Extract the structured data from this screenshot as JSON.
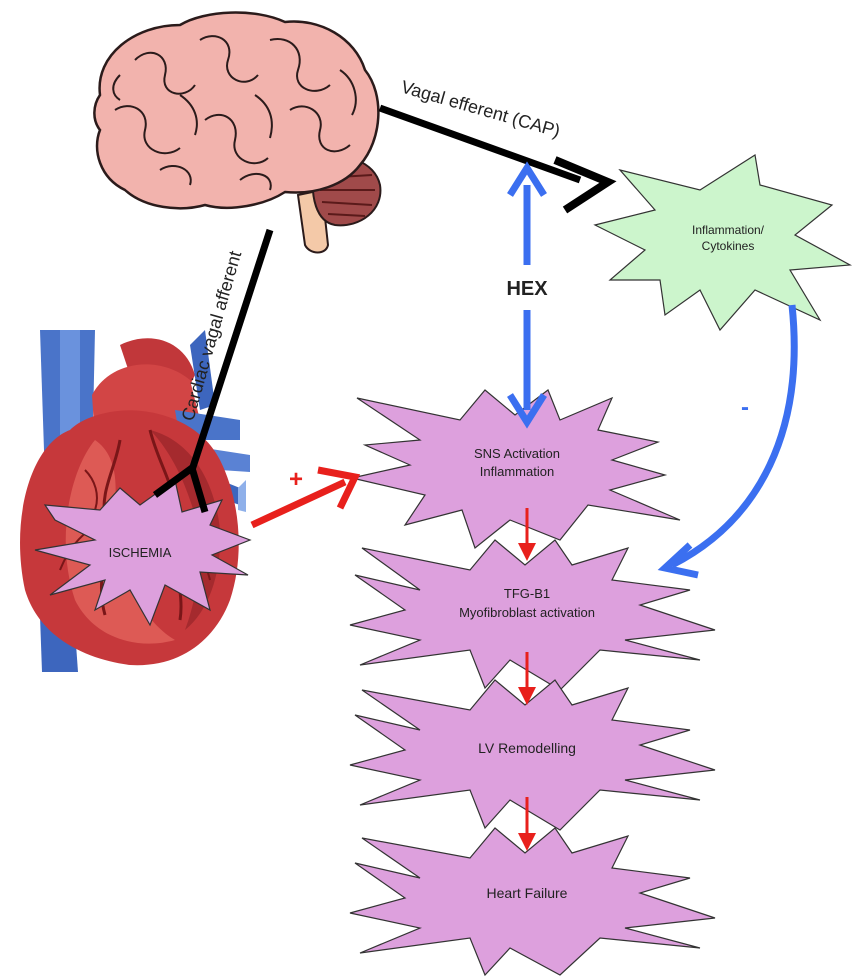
{
  "labels": {
    "vagal_efferent": "Vagal efferent (CAP)",
    "cardiac_vagal_afferent": "Cardiac vagal afferent",
    "hex": "HEX",
    "plus": "+",
    "minus": "-"
  },
  "nodes": {
    "ischemia": "ISCHEMIA",
    "inflammation_line1": "Inflammation/",
    "inflammation_line2": "Cytokines",
    "sns_line1": "SNS Activation",
    "sns_line2": "Inflammation",
    "tfg_line1": "TFG-B1",
    "tfg_line2": "Myofibroblast activation",
    "lv": "LV Remodelling",
    "hf": "Heart Failure"
  },
  "colors": {
    "burst_pink": "#dda0dd",
    "burst_green": "#ccf5cc",
    "arrow_red": "#e8201c",
    "arrow_blue": "#3b6ff0",
    "arrow_black": "#000000",
    "brain": "#f2b3ad",
    "heart": "#c6383b"
  },
  "icons": [
    "brain-icon",
    "heart-icon"
  ]
}
